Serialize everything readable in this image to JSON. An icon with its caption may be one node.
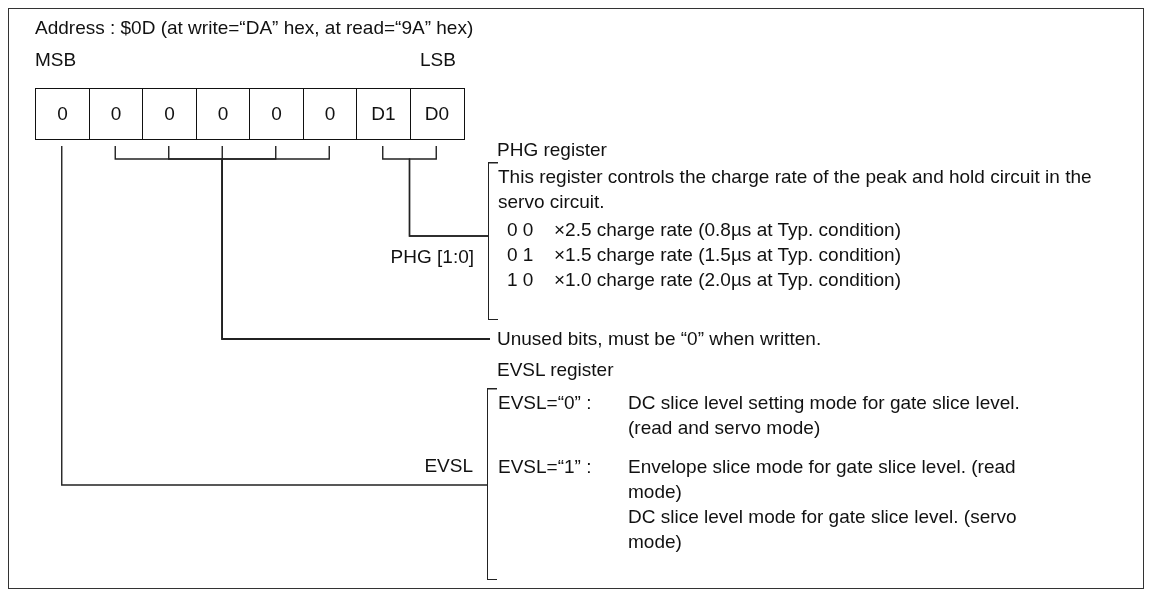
{
  "diagram": {
    "title": "Address : $0D (at write=“DA” hex, at read=“9A” hex)",
    "nodes": [
      {
        "text": [
          "0"
        ]
      },
      {
        "text": [
          "0"
        ]
      },
      {
        "text": [
          "0"
        ]
      },
      {
        "text": [
          "0"
        ]
      },
      {
        "text": [
          "0"
        ]
      },
      {
        "text": [
          "0"
        ]
      },
      {
        "text": [
          "D1"
        ]
      },
      {
        "text": [
          "D0"
        ]
      },
      {
        "text": [
          "This register controls the charge rate of the peak and hold circuit in the servo circuit.",
          "0 0",
          "×2.5 charge rate (0.8µs at Typ. condition)",
          "0 1",
          "×1.5 charge rate (1.5µs at Typ. condition)",
          "1 0",
          "×1.0 charge rate (2.0µs at Typ. condition)"
        ],
        "beside": [
          "PHG register"
        ]
      },
      {
        "text": [
          "Unused bits, must be “0” when written."
        ]
      },
      {
        "text": [
          "EVSL=“0” :",
          "DC slice level setting mode for gate slice level. (read and servo mode)",
          "EVSL=“1” :",
          "Envelope slice mode for gate slice level. (read mode)",
          "DC slice level mode for gate slice level. (servo mode)"
        ],
        "beside": [
          "EVSL register"
        ]
      }
    ],
    "edges": [
      {
        "from": 6,
        "to": 8,
        "arrow": "none",
        "label": "PHG [1:0]"
      },
      {
        "from": 7,
        "to": 8,
        "arrow": "none"
      },
      {
        "from": 1,
        "to": 9,
        "arrow": "none"
      },
      {
        "from": 2,
        "to": 9,
        "arrow": "none"
      },
      {
        "from": 3,
        "to": 9,
        "arrow": "none"
      },
      {
        "from": 4,
        "to": 9,
        "arrow": "none"
      },
      {
        "from": 5,
        "to": 9,
        "arrow": "none"
      },
      {
        "from": 0,
        "to": 10,
        "arrow": "none",
        "label": "EVSL"
      }
    ],
    "labels": [
      "MSB",
      "LSB"
    ]
  }
}
